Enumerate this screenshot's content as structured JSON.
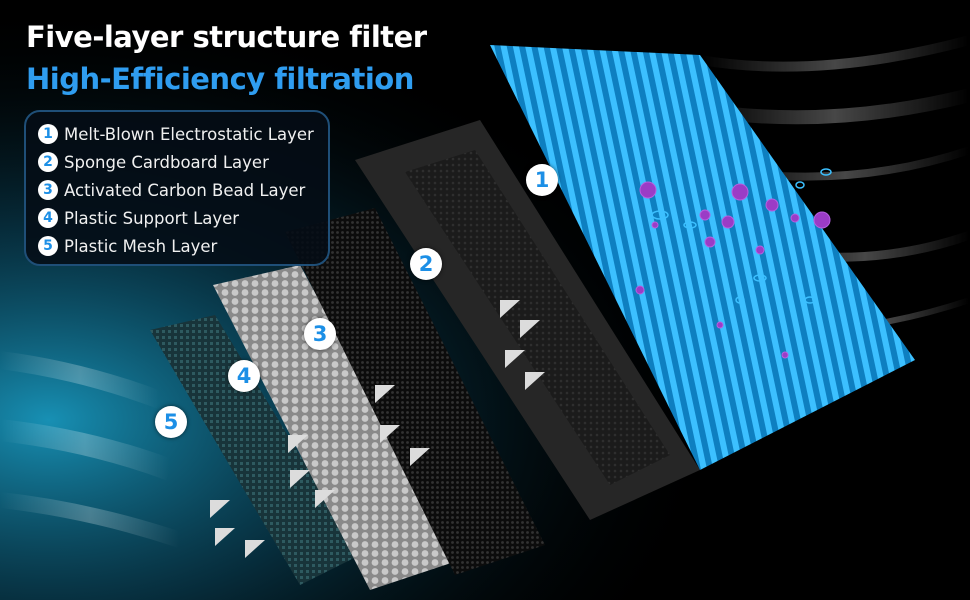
{
  "header": {
    "title": "Five-layer structure filter",
    "subtitle": "High-Efficiency filtration"
  },
  "legend": {
    "items": [
      {
        "num": "1",
        "label": "Melt-Blown Electrostatic Layer"
      },
      {
        "num": "2",
        "label": "Sponge Cardboard Layer"
      },
      {
        "num": "3",
        "label": "Activated Carbon Bead Layer"
      },
      {
        "num": "4",
        "label": "Plastic Support Layer"
      },
      {
        "num": "5",
        "label": "Plastic Mesh Layer"
      }
    ]
  },
  "callouts": [
    "1",
    "2",
    "3",
    "4",
    "5"
  ],
  "colors": {
    "accent_blue": "#2f9df0",
    "filter_blue": "#1aa6e8",
    "pollutant_purple": "#9b3cc6",
    "background": "#000000"
  }
}
